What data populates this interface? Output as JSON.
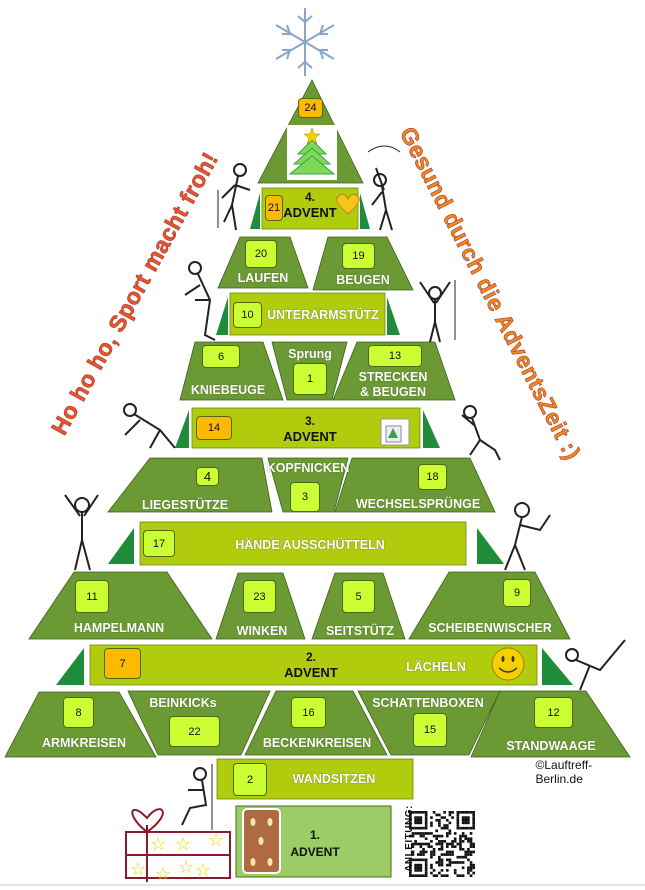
{
  "side_texts": {
    "left": "Ho ho ho, Sport macht froh!",
    "right": "Gesund durch die AdventsZeit :)"
  },
  "doors": {
    "d24": "24",
    "d21": "21",
    "d20": "20",
    "d20_label": "LAUFEN",
    "d19": "19",
    "d19_label": "BEUGEN",
    "d10": "10",
    "d10_label": "UNTERARMSTÜTZ",
    "d6": "6",
    "d6_label": "KNIEBEUGE",
    "d1": "1",
    "d1_label": "Sprung",
    "d13": "13",
    "d13_label1": "STRECKEN",
    "d13_label2": "& BEUGEN",
    "d14": "14",
    "d4": "4",
    "d4_label": "LIEGESTÜTZE",
    "d3": "3",
    "d3_label": "KOPFNICKEN",
    "d18": "18",
    "d18_label": "WECHSELSPRÜNGE",
    "d17": "17",
    "d17_label": "HÄNDE AUSSCHÜTTELN",
    "d11": "11",
    "d11_label": "HAMPELMANN",
    "d23": "23",
    "d23_label": "WINKEN",
    "d5": "5",
    "d5_label": "SEITSTÜTZ",
    "d9": "9",
    "d9_label": "SCHEIBENWISCHER",
    "d7": "7",
    "d7_label": "LÄCHELN",
    "d8": "8",
    "d8_label": "ARMKREISEN",
    "d22": "22",
    "d22_label": "BEINKICKs",
    "d16": "16",
    "d16_label": "BECKENKREISEN",
    "d15": "15",
    "d15_label": "SCHATTENBOXEN",
    "d12": "12",
    "d12_label": "STANDWAAGE",
    "d2": "2",
    "d2_label": "WANDSITZEN"
  },
  "advents": {
    "a4_num": "4.",
    "a3_num": "3.",
    "a2_num": "2.",
    "a1_num": "1.",
    "word": "ADVENT"
  },
  "footer": {
    "copyright": "©Lauftreff-Berlin.de",
    "instructions": "ANLEITUNG:"
  },
  "colors": {
    "trapezoid": "#6b9a34",
    "bar": "#b0cc0c",
    "door": "#ccff33",
    "door_advent": "#fbb900",
    "triangle": "#1f8c3a",
    "advent1": "#9ccc65"
  }
}
